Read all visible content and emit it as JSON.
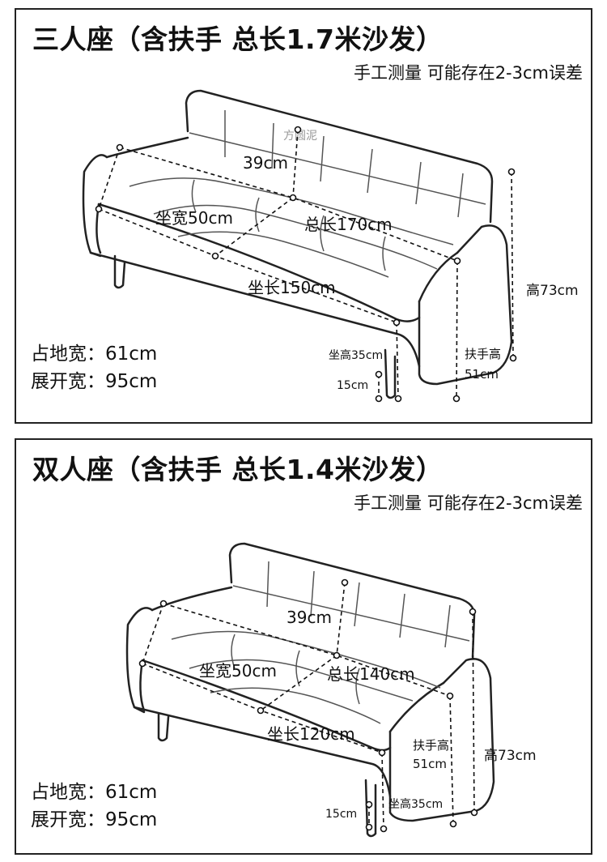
{
  "panels": [
    {
      "title": "三人座（含扶手 总长1.7米沙发）",
      "note": "手工测量 可能存在2-3cm误差",
      "watermark": "方圆泥",
      "dimensions": {
        "back_height": "39cm",
        "seat_depth": "坐宽50cm",
        "total_length": "总长170cm",
        "seat_length": "坐长150cm",
        "total_height": "高73cm",
        "seat_height": "坐高35cm",
        "armrest_label": "扶手高",
        "armrest_value": "51cm",
        "leg_height": "15cm"
      },
      "specs": {
        "floor_width": "占地宽：61cm",
        "unfolded_width": "展开宽：95cm"
      }
    },
    {
      "title": "双人座（含扶手 总长1.4米沙发）",
      "note": "手工测量 可能存在2-3cm误差",
      "dimensions": {
        "back_height": "39cm",
        "seat_depth": "坐宽50cm",
        "total_length": "总长140cm",
        "seat_length": "坐长120cm",
        "total_height": "高73cm",
        "seat_height": "坐高35cm",
        "armrest_label": "扶手高",
        "armrest_value": "51cm",
        "leg_height": "15cm"
      },
      "specs": {
        "floor_width": "占地宽：61cm",
        "unfolded_width": "展开宽：95cm"
      }
    }
  ]
}
